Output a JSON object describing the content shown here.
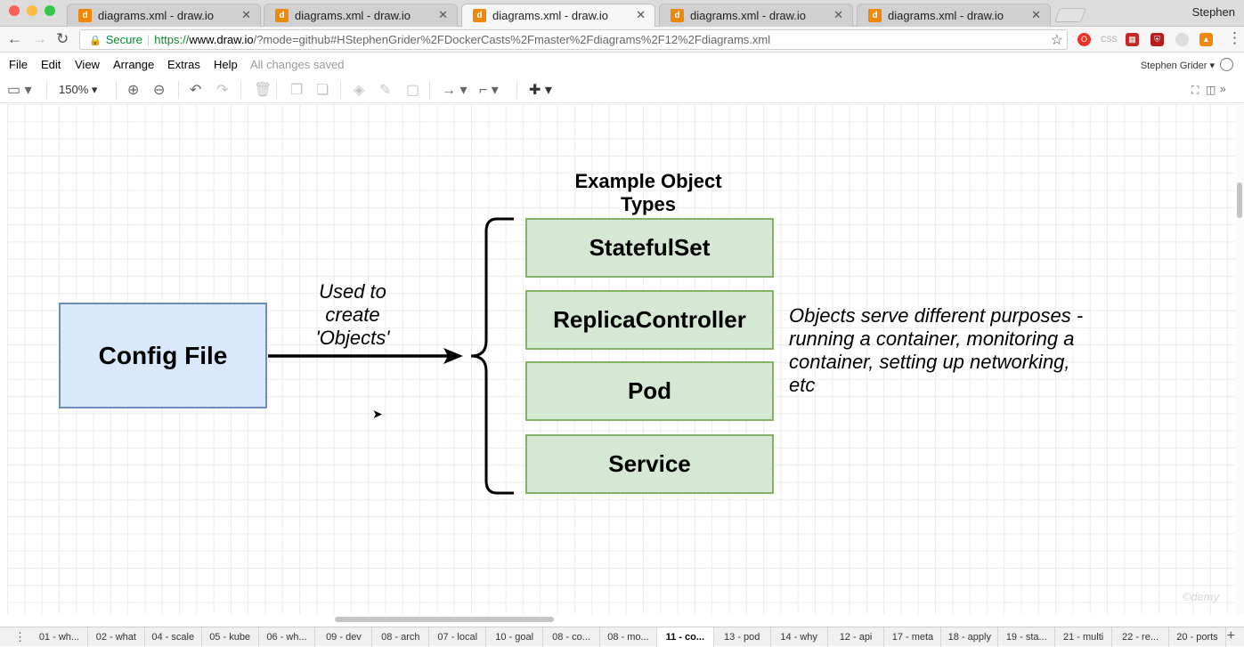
{
  "browser": {
    "profile_name": "Stephen",
    "tabs": [
      {
        "title": "diagrams.xml - draw.io",
        "active": false
      },
      {
        "title": "diagrams.xml - draw.io",
        "active": false
      },
      {
        "title": "diagrams.xml - draw.io",
        "active": true
      },
      {
        "title": "diagrams.xml - draw.io",
        "active": false
      },
      {
        "title": "diagrams.xml - draw.io",
        "active": false
      }
    ],
    "secure_label": "Secure",
    "url_scheme": "https://",
    "url_host": "www.draw.io",
    "url_rest": "/?mode=github#HStephenGrider%2FDockerCasts%2Fmaster%2Fdiagrams%2F12%2Fdiagrams.xml",
    "extension_labels": [
      "CSS"
    ]
  },
  "menu": {
    "items": [
      "File",
      "Edit",
      "View",
      "Arrange",
      "Extras",
      "Help"
    ],
    "status": "All changes saved",
    "user": "Stephen Grider"
  },
  "toolbar": {
    "zoom": "150%"
  },
  "diagram": {
    "config_box": "Config File",
    "arrow_label": [
      "Used to",
      "create",
      "'Objects'"
    ],
    "types_title": [
      "Example Object",
      "Types"
    ],
    "object_types": [
      "StatefulSet",
      "ReplicaController",
      "Pod",
      "Service"
    ],
    "note": [
      "Objects serve different purposes -",
      "running a container, monitoring a",
      "container, setting up networking,",
      "etc"
    ],
    "colors": {
      "config_fill": "#dae8fc",
      "config_stroke": "#6c8ebf",
      "object_fill": "#d5e8d4",
      "object_stroke": "#82b366"
    }
  },
  "watermark": "©demy",
  "pages": [
    "01 - wh...",
    "02 - what",
    "04 - scale",
    "05 - kube",
    "06 - wh...",
    "09 - dev",
    "08 - arch",
    "07 - local",
    "10 - goal",
    "08 - co...",
    "08 - mo...",
    "11 - co...",
    "13 - pod",
    "14 - why",
    "12 - api",
    "17 - meta",
    "18 - apply",
    "19 - sta...",
    "21 - multi",
    "22 - re...",
    "20 - ports"
  ],
  "active_page": "11 - co..."
}
